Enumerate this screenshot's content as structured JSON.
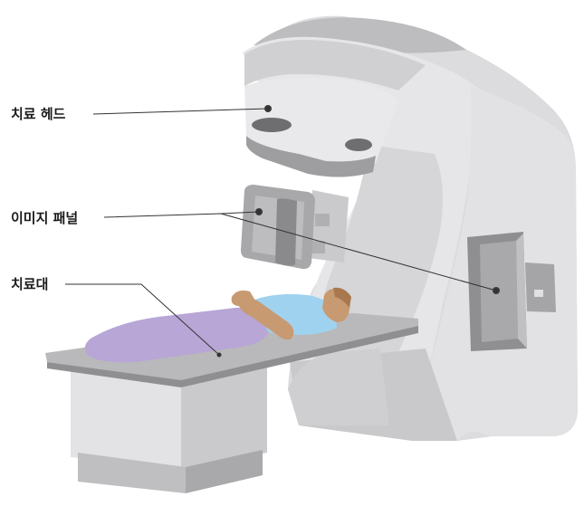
{
  "labels": {
    "treatment_head": "치료 헤드",
    "imaging_panel": "이미지 패널",
    "treatment_couch": "치료대"
  },
  "colors": {
    "machine_light": "#e4e4e6",
    "machine_mid": "#d2d2d4",
    "machine_dark": "#b4b4b6",
    "panel_gray": "#a6a6a8",
    "couch_top": "#b8b8ba",
    "blanket": "#b7a6d6",
    "shirt": "#9fd2ee",
    "skin": "#c89a72",
    "leader_line": "#333333"
  }
}
